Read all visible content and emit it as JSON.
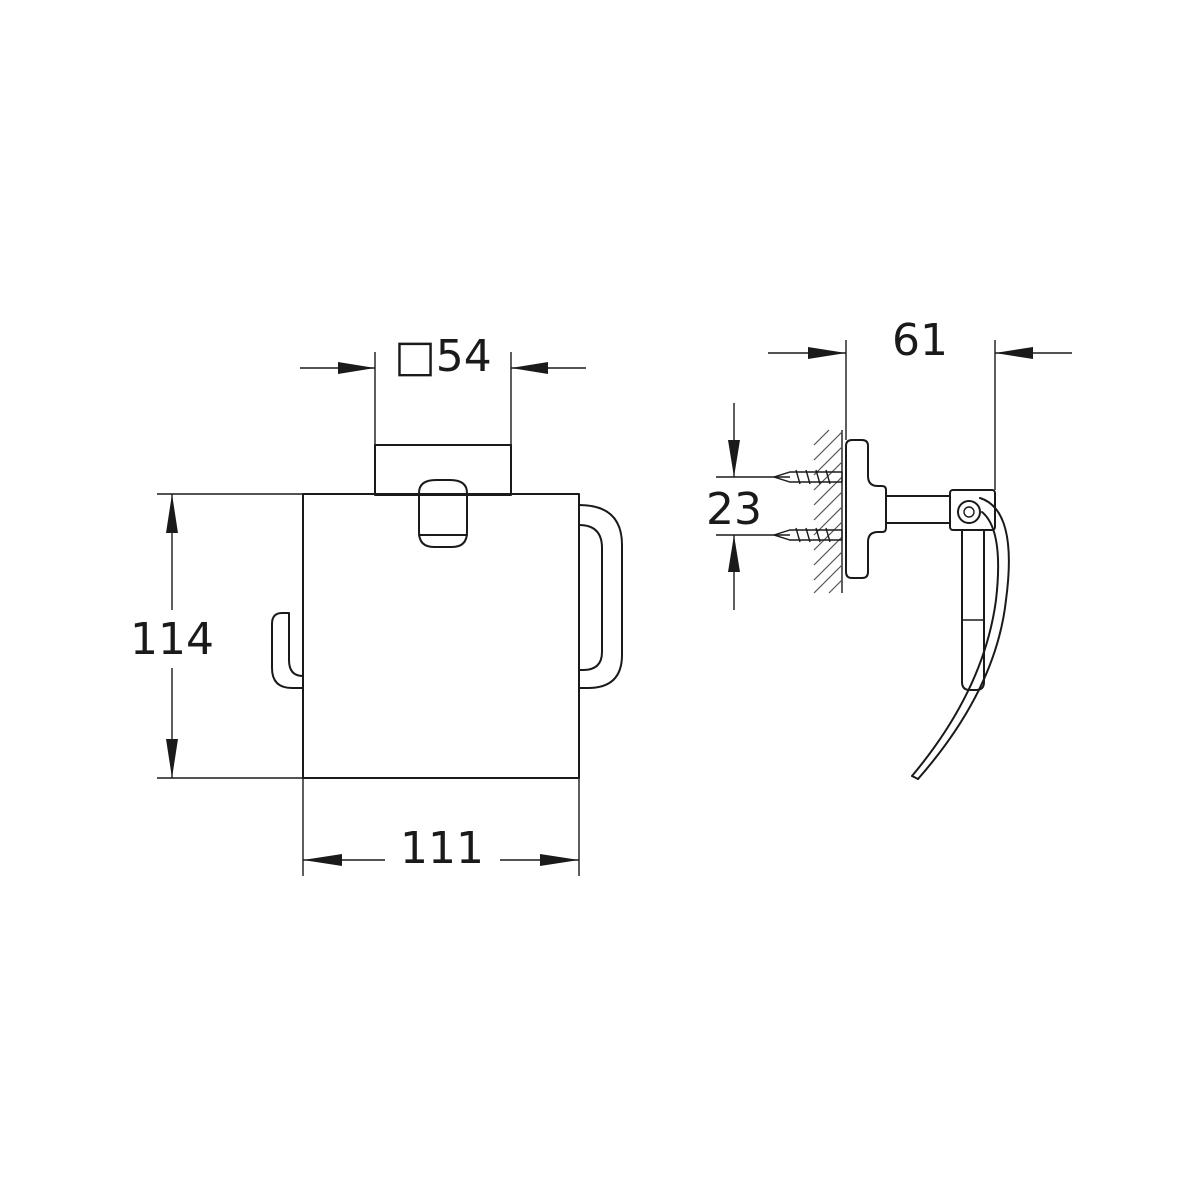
{
  "colors": {
    "line": "#1a1a1a",
    "background": "#ffffff",
    "hatch": "#555555"
  },
  "dimensions": {
    "square_base": "□54",
    "width": "111",
    "height": "114",
    "depth": "61",
    "screw_spacing": "23"
  }
}
